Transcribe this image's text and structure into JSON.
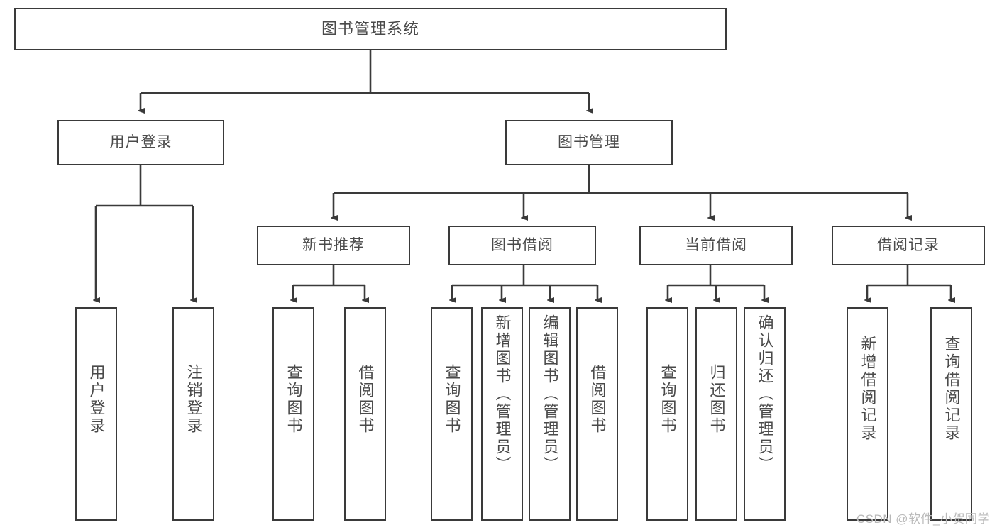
{
  "diagram": {
    "type": "tree-hierarchy",
    "title": "图书管理系统",
    "watermark": "CSDN @软件_小贺同学",
    "colors": {
      "box_border": "#3a3a3a",
      "box_fill": "#ffffff",
      "text": "#4a4a4a",
      "connector": "#3a3a3a",
      "watermark": "#b9b9b9"
    },
    "nodes": {
      "root": {
        "label": "图书管理系统"
      },
      "level2": [
        {
          "id": "user-login",
          "label": "用户登录"
        },
        {
          "id": "book-manage",
          "label": "图书管理"
        }
      ],
      "level3": [
        {
          "id": "new-book-recommend",
          "label": "新书推荐"
        },
        {
          "id": "book-borrow",
          "label": "图书借阅"
        },
        {
          "id": "current-borrow",
          "label": "当前借阅"
        },
        {
          "id": "borrow-record",
          "label": "借阅记录"
        }
      ],
      "leaves": {
        "user_login": [
          {
            "id": "leaf-user-login",
            "label": "用户登录"
          },
          {
            "id": "leaf-logout",
            "label": "注销登录"
          }
        ],
        "new_book_recommend": [
          {
            "id": "leaf-query-book-1",
            "label": "查询图书"
          },
          {
            "id": "leaf-borrow-book-1",
            "label": "借阅图书"
          }
        ],
        "book_borrow": [
          {
            "id": "leaf-query-book-2",
            "label": "查询图书"
          },
          {
            "id": "leaf-add-book",
            "label": "新增图书（管理员）"
          },
          {
            "id": "leaf-edit-book",
            "label": "编辑图书（管理员）"
          },
          {
            "id": "leaf-borrow-book-2",
            "label": "借阅图书"
          }
        ],
        "current_borrow": [
          {
            "id": "leaf-query-book-3",
            "label": "查询图书"
          },
          {
            "id": "leaf-return-book",
            "label": "归还图书"
          },
          {
            "id": "leaf-confirm-return",
            "label": "确认归还（管理员）"
          }
        ],
        "borrow_record": [
          {
            "id": "leaf-add-record",
            "label": "新增借阅记录"
          },
          {
            "id": "leaf-query-record",
            "label": "查询借阅记录"
          }
        ]
      }
    }
  }
}
